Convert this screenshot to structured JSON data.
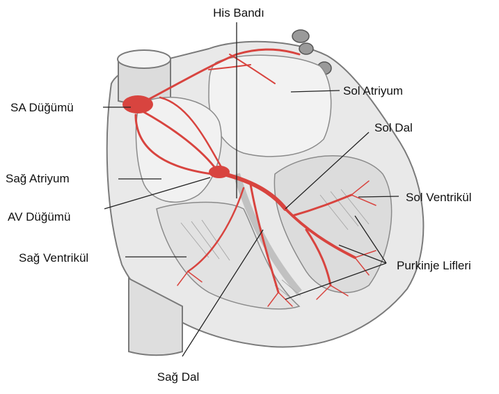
{
  "labels": {
    "his_bundle": "His Bandı",
    "sa_node": "SA Düğümü",
    "left_atrium": "Sol Atriyum",
    "left_branch": "Sol Dal",
    "right_atrium": "Sağ Atriyum",
    "left_ventricle": "Sol Ventrikül",
    "av_node": "AV Düğümü",
    "right_ventricle": "Sağ Ventrikül",
    "purkinje": "Purkinje Lifleri",
    "right_branch": "Sağ Dal"
  },
  "colors": {
    "conduction": "#d8443f",
    "outline": "#7a7a7a",
    "tissue": "#e9e9e9",
    "leader": "#222222"
  }
}
